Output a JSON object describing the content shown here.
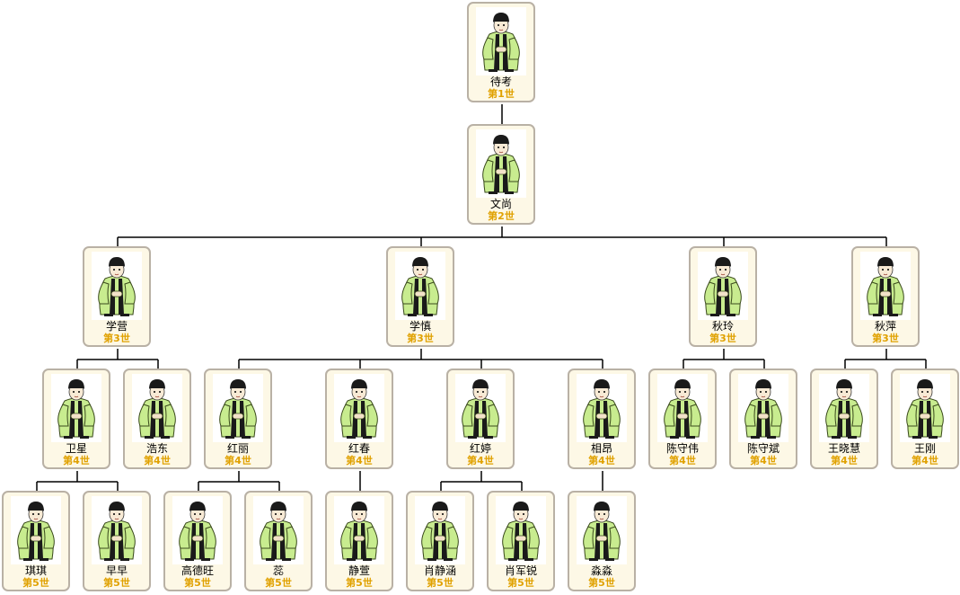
{
  "tree": {
    "members": [
      {
        "name": "待考",
        "gen": "第1世"
      },
      {
        "name": "文尚",
        "gen": "第2世"
      },
      {
        "name": "学营",
        "gen": "第3世"
      },
      {
        "name": "学慎",
        "gen": "第3世"
      },
      {
        "name": "秋玲",
        "gen": "第3世"
      },
      {
        "name": "秋萍",
        "gen": "第3世"
      },
      {
        "name": "卫星",
        "gen": "第4世"
      },
      {
        "name": "浩东",
        "gen": "第4世"
      },
      {
        "name": "红丽",
        "gen": "第4世"
      },
      {
        "name": "红春",
        "gen": "第4世"
      },
      {
        "name": "红婷",
        "gen": "第4世"
      },
      {
        "name": "相昂",
        "gen": "第4世"
      },
      {
        "name": "陈守伟",
        "gen": "第4世"
      },
      {
        "name": "陈守斌",
        "gen": "第4世"
      },
      {
        "name": "王晓慧",
        "gen": "第4世"
      },
      {
        "name": "王刚",
        "gen": "第4世"
      },
      {
        "name": "琪琪",
        "gen": "第5世"
      },
      {
        "name": "早早",
        "gen": "第5世"
      },
      {
        "name": "高德旺",
        "gen": "第5世"
      },
      {
        "name": "蕊",
        "gen": "第5世"
      },
      {
        "name": "静萱",
        "gen": "第5世"
      },
      {
        "name": "肖静涵",
        "gen": "第5世"
      },
      {
        "name": "肖军锐",
        "gen": "第5世"
      },
      {
        "name": "淼淼",
        "gen": "第5世"
      }
    ]
  },
  "colors": {
    "robe": "#c8ec8f",
    "card_bg": "#fdf8e6",
    "card_border": "#b9b1a5",
    "generation_text": "#e0a100",
    "connector": "#000000"
  },
  "icons": {
    "portrait": "scholar-figure-icon"
  }
}
